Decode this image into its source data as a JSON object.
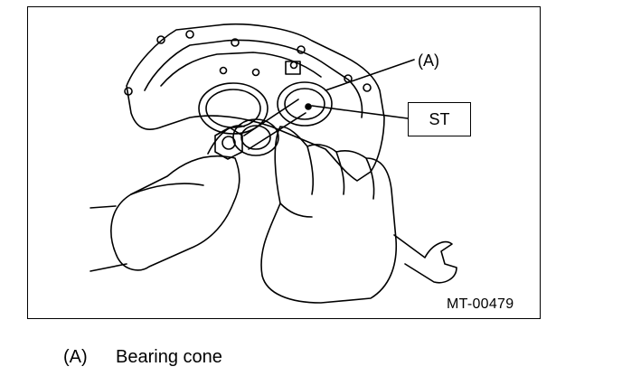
{
  "figure": {
    "callout_a": "(A)",
    "tool_label": "ST",
    "figure_code": "MT-00479"
  },
  "legend": [
    {
      "key": "(A)",
      "text": "Bearing cone"
    }
  ]
}
